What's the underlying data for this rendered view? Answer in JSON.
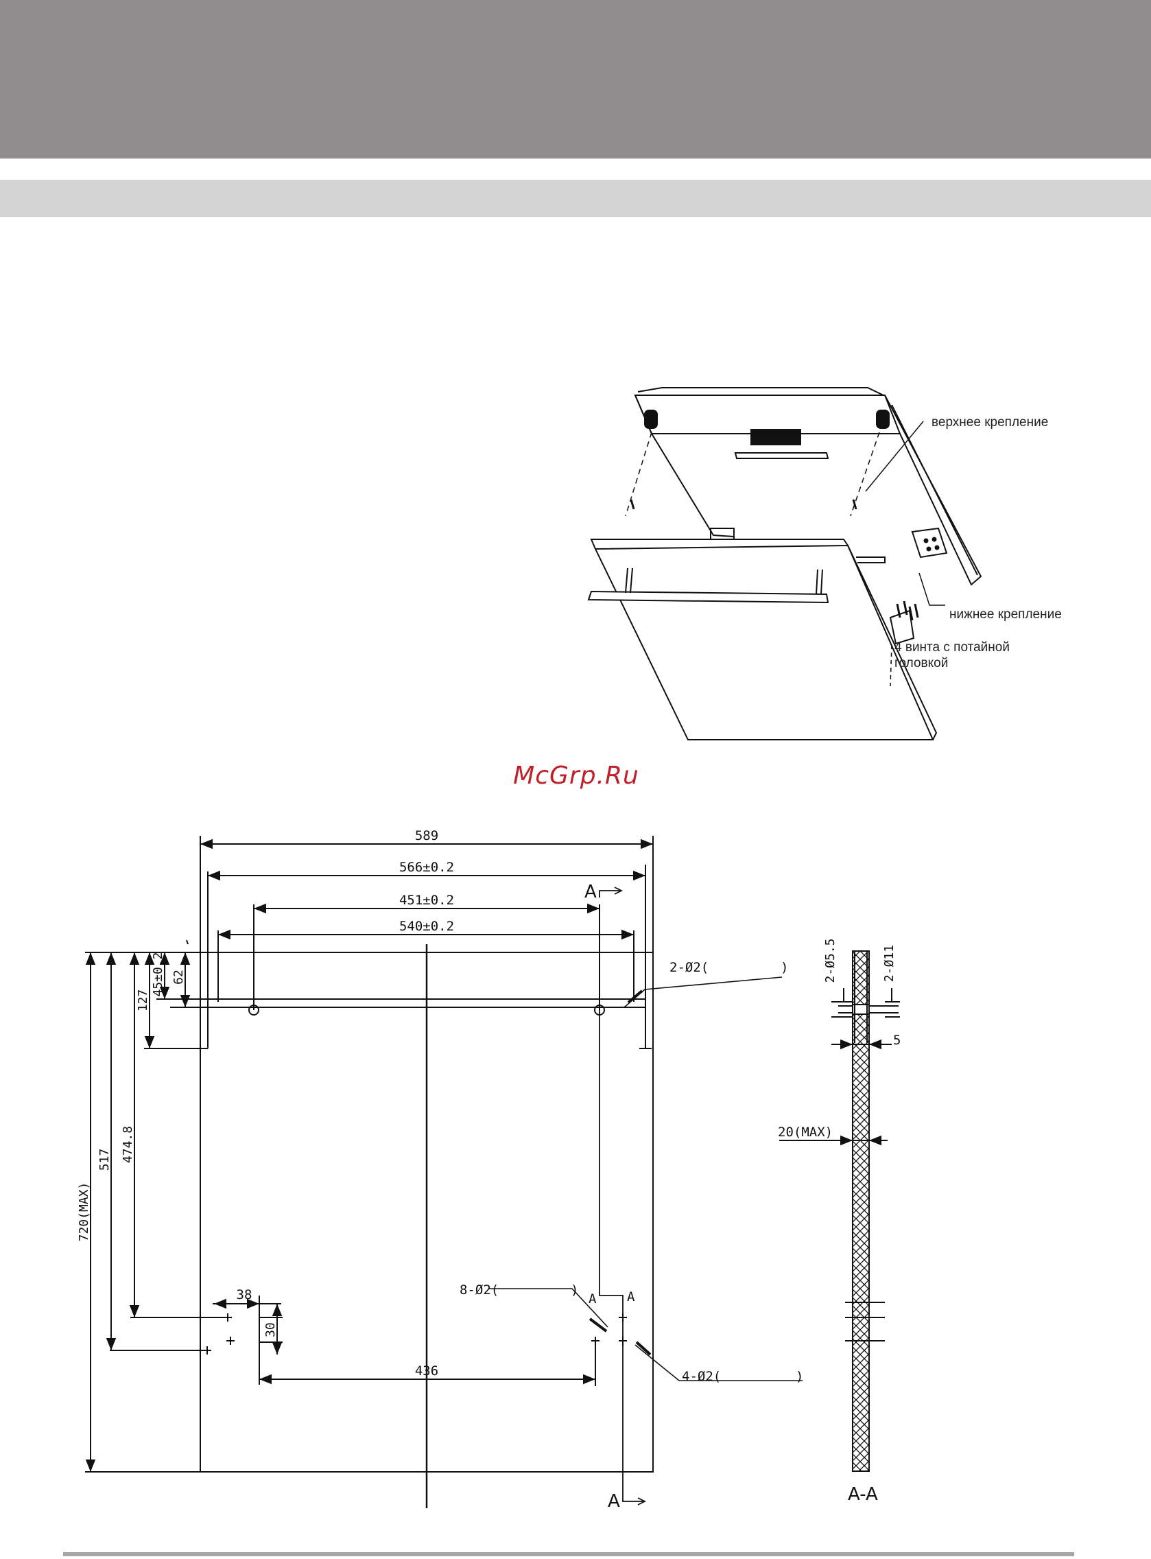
{
  "header": {
    "dark_band_color": "#8f8d8e",
    "light_band_color": "#d4d4d4"
  },
  "illustration": {
    "upper_mount_label": "верхнее крепление",
    "lower_mount_label": "нижнее крепление",
    "screws_label_line1": "4 винта с потайной",
    "screws_label_line2": "головкой"
  },
  "watermark": {
    "text": "McGrp.Ru",
    "color": "#c0202a"
  },
  "drawing": {
    "dimensions": {
      "width_total": "589",
      "width_566": "566±0.2",
      "width_451": "451±0.2",
      "width_540": "540±0.2",
      "height_720": "720(MAX)",
      "height_517": "517",
      "height_474": "474.8",
      "height_127": "127",
      "height_45": "45±0.2",
      "height_62": "62",
      "offset_38": "38",
      "offset_30": "30",
      "span_436": "436"
    },
    "holes": {
      "top_holes": "2-Ø2(",
      "top_holes_close": ")",
      "lower_holes_8": "8-Ø2(",
      "lower_holes_8_close": ")",
      "lower_holes_4": "4-Ø2(",
      "lower_holes_4_close": ")"
    },
    "section": {
      "marker": "A",
      "title": "A-A",
      "hole_55": "2-Ø5.5",
      "hole_11": "2-Ø11",
      "offset_5": "5",
      "thickness": "20(MAX)"
    }
  }
}
